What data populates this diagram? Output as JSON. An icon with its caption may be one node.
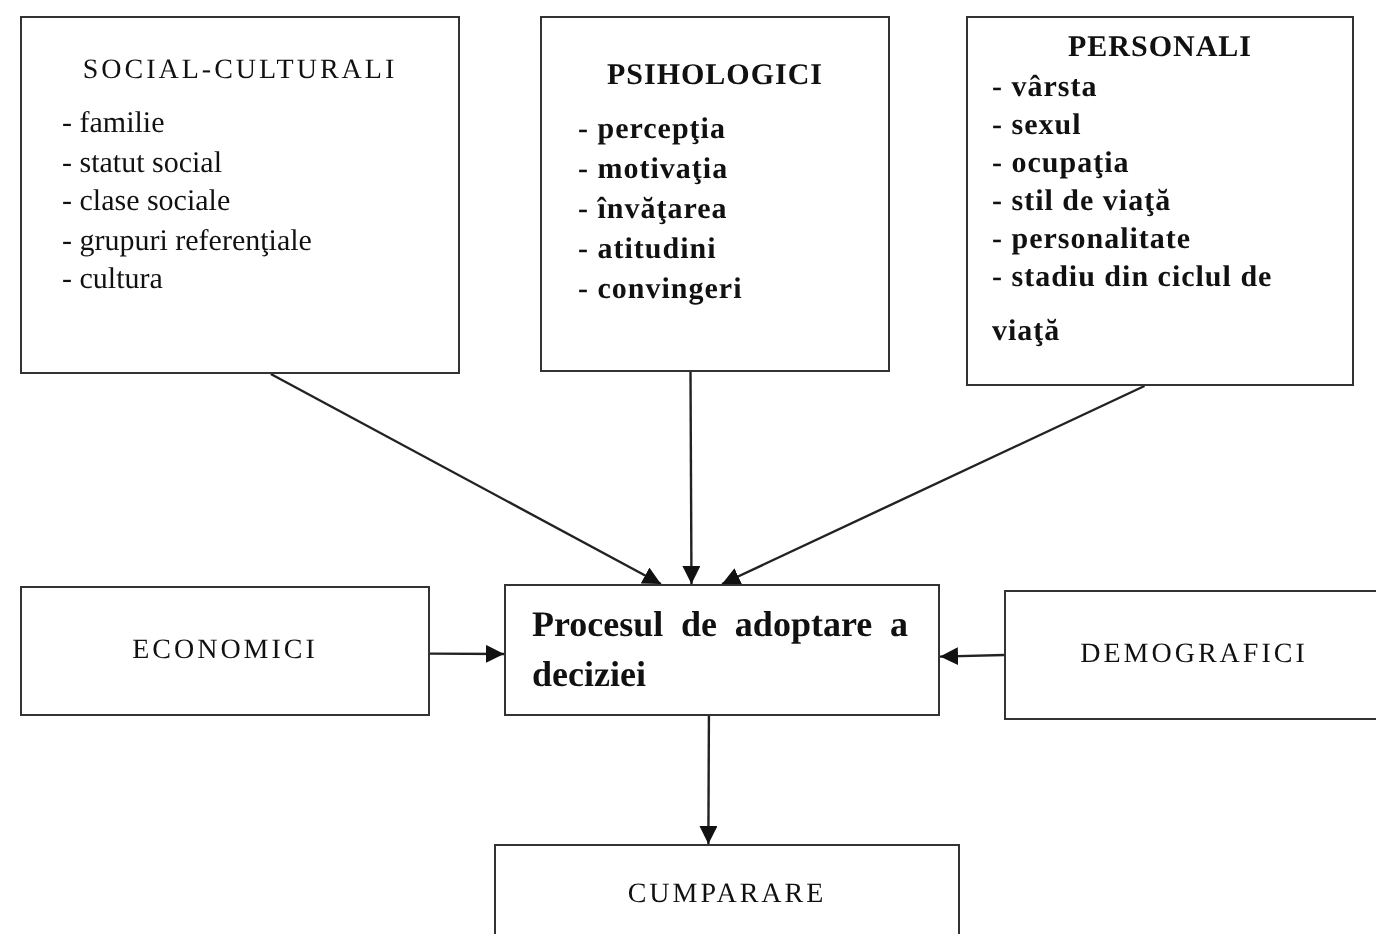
{
  "diagram": {
    "nodes": [
      {
        "text": [
          "SOCIAL-CULTURALI",
          "- familie",
          "- statut social",
          "- clase sociale",
          "- grupuri referenţiale",
          "- cultura"
        ]
      },
      {
        "text": [
          "PSIHOLOGICI",
          "- percepţia",
          "- motivaţia",
          "- învăţarea",
          "- atitudini",
          "- convingeri"
        ]
      },
      {
        "text": [
          "PERSONALI",
          "- vârsta",
          "- sexul",
          "- ocupaţia",
          "- stil de viaţă",
          "- personalitate",
          "- stadiu din ciclul de viaţă"
        ]
      },
      {
        "text": [
          "ECONOMICI"
        ]
      },
      {
        "text": [
          "Procesul de adoptare a deciziei"
        ]
      },
      {
        "text": [
          "DEMOGRAFICI"
        ]
      },
      {
        "text": [
          "CUMPARARE"
        ]
      }
    ],
    "edges": [
      {
        "from": 0,
        "to": 4,
        "arrow": "to"
      },
      {
        "from": 1,
        "to": 4,
        "arrow": "to"
      },
      {
        "from": 2,
        "to": 4,
        "arrow": "to"
      },
      {
        "from": 3,
        "to": 4,
        "arrow": "to"
      },
      {
        "from": 5,
        "to": 4,
        "arrow": "to"
      },
      {
        "from": 4,
        "to": 6,
        "arrow": "to"
      }
    ]
  }
}
